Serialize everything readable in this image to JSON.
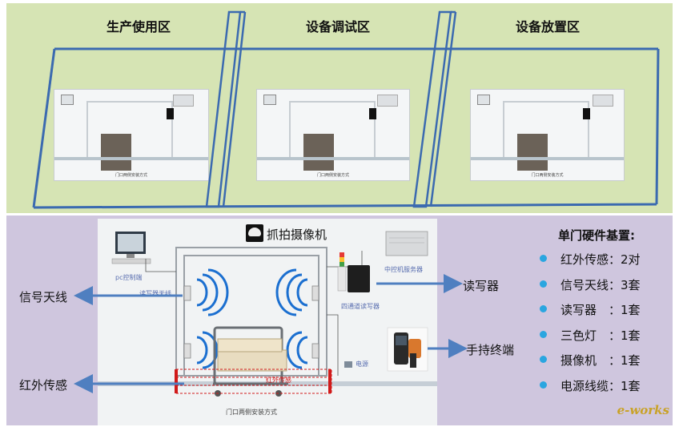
{
  "zones": [
    {
      "title": "生产使用区"
    },
    {
      "title": "设备调试区"
    },
    {
      "title": "设备放置区"
    }
  ],
  "mini_caption": "门口两侧安装方式",
  "detail": {
    "camera_label": "抓拍摄像机",
    "pc_label": "pc控制端",
    "server_label": "中控机服务器",
    "antenna_small": "读写器天线",
    "reader_small": "四通道读写器",
    "power_small": "电源",
    "sensor_small": "红外传感",
    "caption": "门口两侧安装方式"
  },
  "callouts": {
    "antenna": "信号天线",
    "infrared": "红外传感",
    "reader": "读写器",
    "handheld": "手持终端"
  },
  "hardware": {
    "title": "单门硬件基置:",
    "items": [
      "红外传感：2对",
      "信号天线：3套",
      "读写器　：1套",
      "三色灯　：1套",
      "摄像机　：1套",
      "电源线缆：1套"
    ]
  },
  "watermark": "e-works",
  "colors": {
    "arrow": "#4f7fc0",
    "frame": "#3b6ab0",
    "bullet": "#2aa6e0",
    "beam": "#d11a1a"
  }
}
